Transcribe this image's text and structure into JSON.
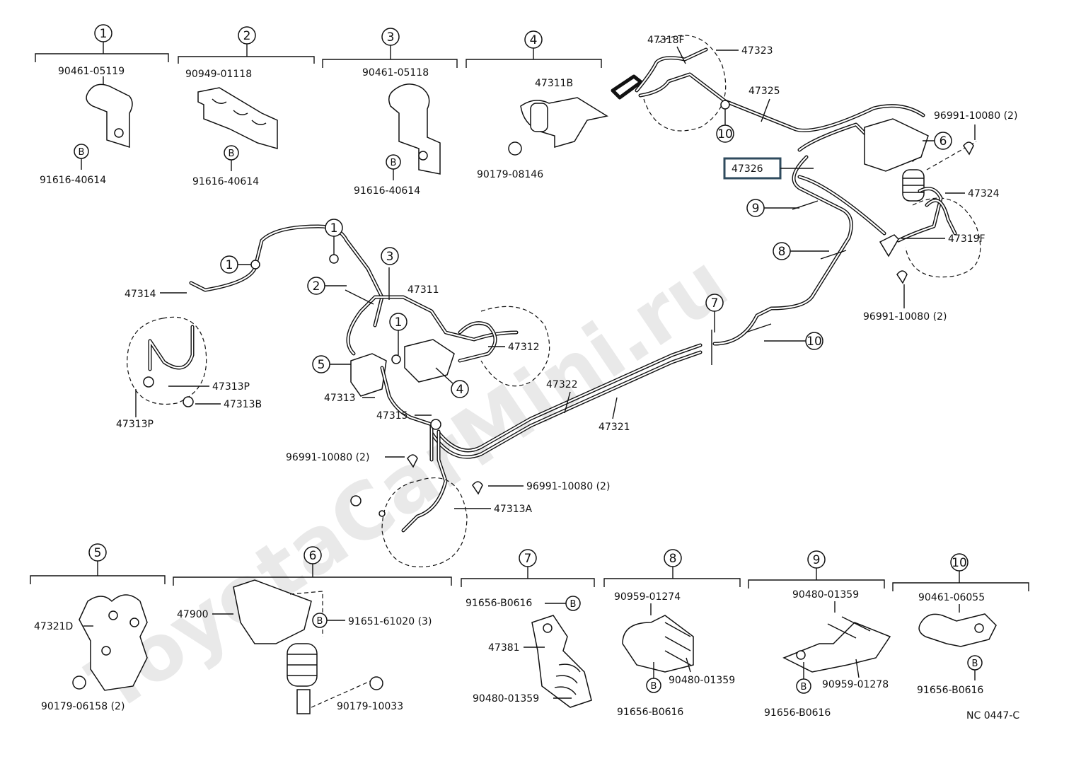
{
  "watermark": "ToyotaCarMini.ru",
  "highlighted_part": "47326",
  "drawing_code": "NC 0447-C",
  "bolt_symbol": "B",
  "sub_assemblies": [
    {
      "index": "1",
      "parts": [
        "90461-05119",
        "91616-40614"
      ]
    },
    {
      "index": "2",
      "parts": [
        "90949-01118",
        "91616-40614"
      ]
    },
    {
      "index": "3",
      "parts": [
        "90461-05118",
        "91616-40614"
      ]
    },
    {
      "index": "4",
      "parts": [
        "47311B",
        "90179-08146"
      ]
    },
    {
      "index": "5",
      "parts": [
        "47321D",
        "90179-06158 (2)"
      ]
    },
    {
      "index": "6",
      "parts": [
        "47900",
        "91651-61020 (3)",
        "90179-10033"
      ]
    },
    {
      "index": "7",
      "parts": [
        "91656-B0616",
        "47381",
        "90480-01359"
      ]
    },
    {
      "index": "8",
      "parts": [
        "90959-01274",
        "90480-01359",
        "91656-B0616"
      ]
    },
    {
      "index": "9",
      "parts": [
        "90480-01359",
        "90959-01278",
        "91656-B0616"
      ]
    },
    {
      "index": "10",
      "parts": [
        "90461-06055",
        "91656-B0616"
      ]
    }
  ],
  "main_labels": {
    "p47318F": "47318F",
    "p47323": "47323",
    "p47325": "47325",
    "p47326": "47326",
    "p96991_top": "96991-10080 (2)",
    "p47324": "47324",
    "p47319F": "47319F",
    "p96991_right": "96991-10080 (2)",
    "p47314": "47314",
    "p47311": "47311",
    "p47312": "47312",
    "p47313P_a": "47313P",
    "p47313B": "47313B",
    "p47313P_b": "47313P",
    "p47313": "47313",
    "p47315": "47315",
    "p47322": "47322",
    "p47321": "47321",
    "p96991_left": "96991-10080 (2)",
    "p96991_mid": "96991-10080 (2)",
    "p47313A": "47313A"
  },
  "callouts": {
    "c10_top": "10",
    "c6_main": "6",
    "c9_main": "9",
    "c8_main": "8",
    "c7_main": "7",
    "c10_main": "10",
    "c1_a": "1",
    "c1_b": "1",
    "c3_main": "3",
    "c2_main": "2",
    "c1_c": "1",
    "c5_main": "5",
    "c4_main": "4"
  }
}
